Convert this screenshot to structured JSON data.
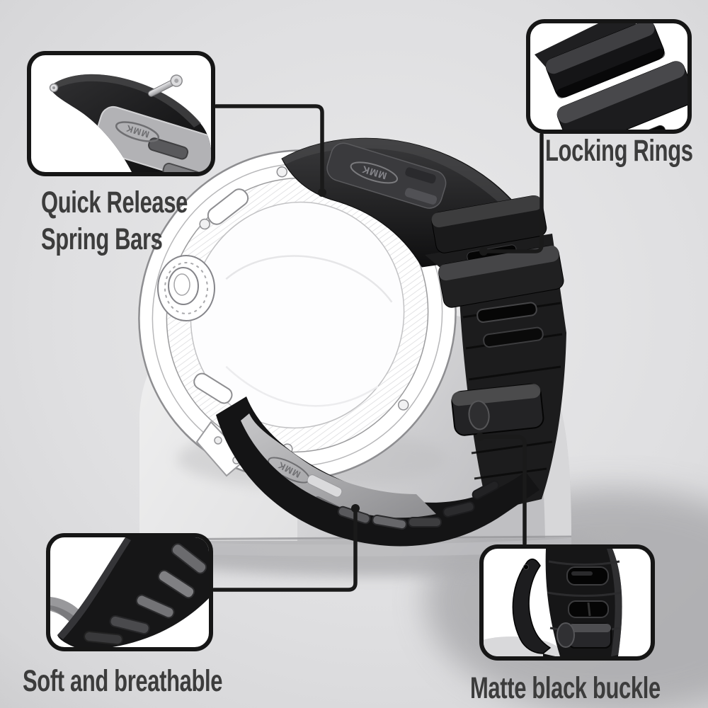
{
  "badge": {
    "logo": "MMK"
  },
  "callouts": {
    "quick_release": {
      "line1": "Quick Release",
      "line2": "Spring Bars"
    },
    "locking_rings": {
      "label": "Locking Rings"
    },
    "soft_breathable": {
      "label": "Soft and breathable"
    },
    "matte_buckle": {
      "label": "Matte black buckle"
    }
  },
  "colors": {
    "background": "#d9d9db",
    "callout_border": "#161616",
    "callout_background": "#ffffff",
    "connector": "#1a1a1a",
    "label_text": "#3c3c3c",
    "strap_black": "#161617",
    "pillow_gray": "#dcdcde",
    "lining_gray": "#a6a6a9"
  }
}
